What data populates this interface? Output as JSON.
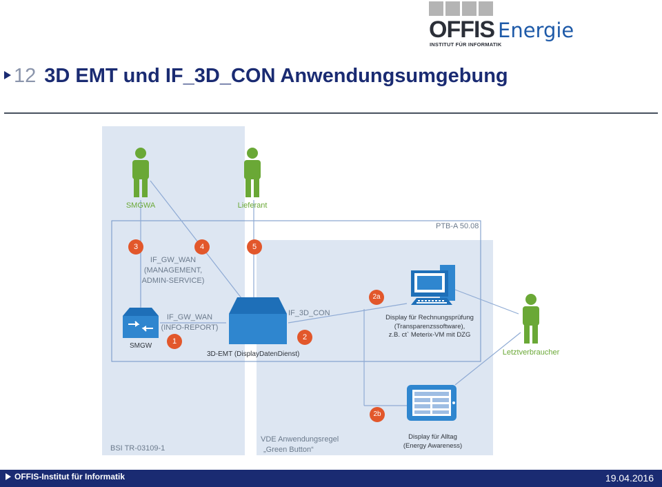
{
  "logo": {
    "main": "OFFIS",
    "energie": "Energie",
    "sub": "INSTITUT FÜR INFORMATIK"
  },
  "slide": {
    "number": "12",
    "title": "3D EMT und IF_3D_CON Anwendungsumgebung"
  },
  "roles": {
    "smgwa": "SMGWA",
    "lieferant": "Lieferant",
    "letztverbraucher": "Letztverbraucher"
  },
  "interfaces": {
    "gw_wan_mgmt": [
      "IF_GW_WAN",
      "(MANAGEMENT,",
      "ADMIN-SERVICE)"
    ],
    "gw_wan_info": [
      "IF_GW_WAN",
      "(INFO-REPORT)"
    ],
    "if_3d_con": "IF_3D_CON"
  },
  "devices": {
    "smgw": "SMGW",
    "emt": "3D-EMT (DisplayDatenDienst)",
    "display_billing": [
      "Display für Rechnungsprüfung",
      "(Transparenzssoftware),",
      "z.B. ct` Meterix-VM mit DZG"
    ],
    "display_daily": [
      "Display für Alltag",
      "(Energy Awareness)"
    ]
  },
  "regions": {
    "ptb": "PTB-A 50.08",
    "bsi": "BSI TR-03109-1",
    "vde": [
      "VDE Anwendungsregel",
      "„Green Button“"
    ]
  },
  "badges": {
    "b1": "1",
    "b2": "2",
    "b2a": "2a",
    "b2b": "2b",
    "b3": "3",
    "b4": "4",
    "b5": "5"
  },
  "footer": {
    "institute": "OFFIS-Institut für Informatik",
    "date": "19.04.2016"
  },
  "colors": {
    "accent_blue": "#1a2b72",
    "badge_orange": "#e2572b",
    "person_green": "#6aa836",
    "region_fill": "#dde6f2",
    "line_blue": "#6f93c6"
  }
}
